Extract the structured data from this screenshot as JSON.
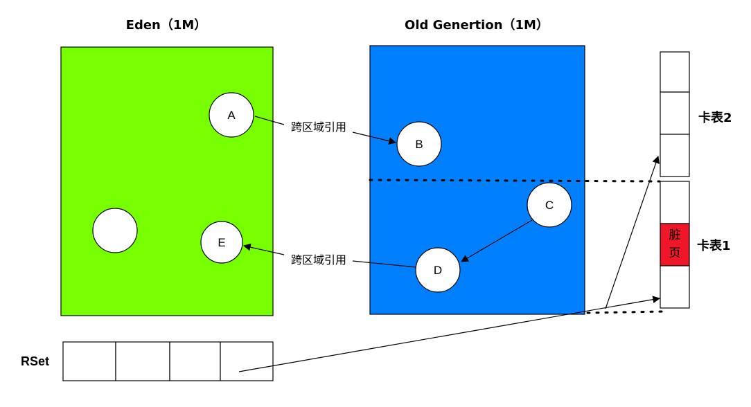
{
  "regions": {
    "eden": {
      "title": "Eden（1M）",
      "color": "#77FF00"
    },
    "old": {
      "title": "Old Genertion（1M）",
      "color": "#0080FF"
    }
  },
  "nodes": {
    "a": "A",
    "b": "B",
    "c": "C",
    "d": "D",
    "e": "E"
  },
  "edges": {
    "a_to_b": "跨区域引用",
    "d_to_e": "跨区域引用"
  },
  "card_tables": {
    "table2": {
      "label": "卡表2"
    },
    "table1": {
      "label": "卡表1",
      "dirty_label": "脏页",
      "dirty_color": "#F0162A"
    }
  },
  "rset": {
    "label": "RSet"
  }
}
